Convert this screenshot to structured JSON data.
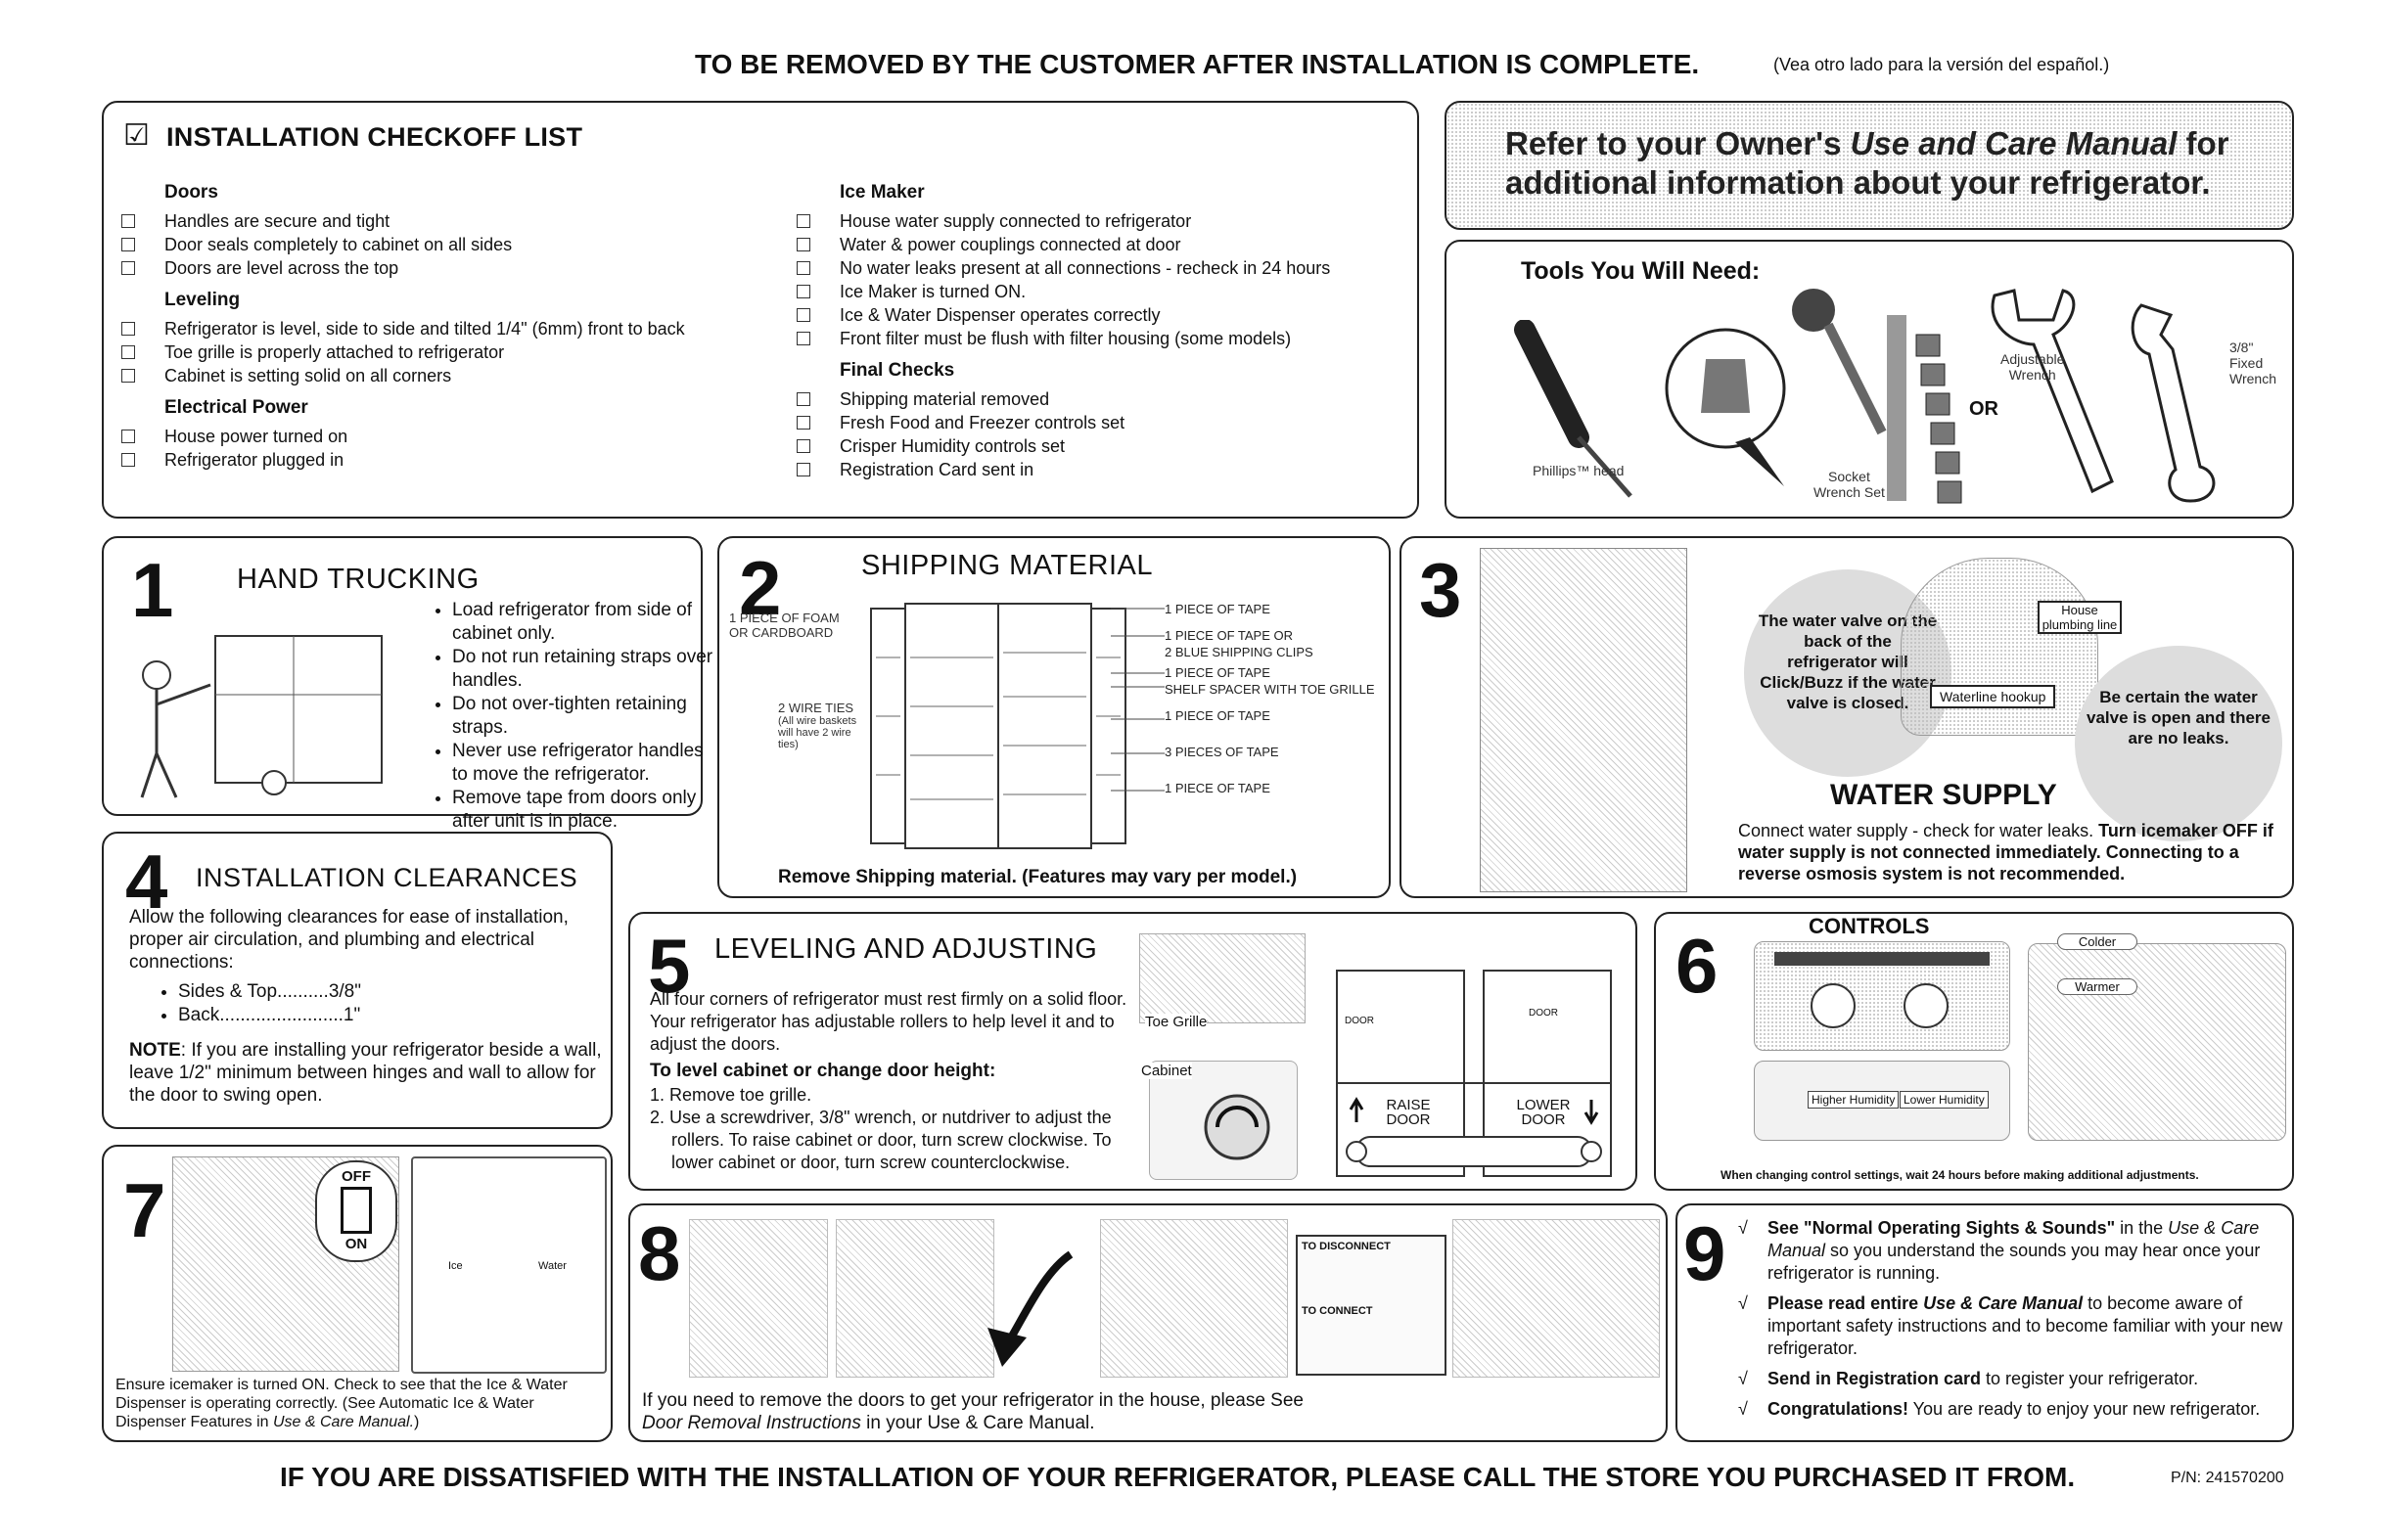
{
  "top_banner": "TO BE REMOVED BY THE CUSTOMER AFTER INSTALLATION IS COMPLETE.",
  "spanish_note": "(Vea otro lado para la versión del español.)",
  "checkoff": {
    "check_mark": "☑",
    "title": "INSTALLATION CHECKOFF LIST",
    "doors_h": "Doors",
    "doors": [
      "Handles are secure and tight",
      "Door seals completely to cabinet on all sides",
      "Doors are level across the top"
    ],
    "leveling_h": "Leveling",
    "leveling": [
      "Refrigerator is level, side to side and tilted 1/4\" (6mm) front to back",
      "Toe grille is properly attached to refrigerator",
      "Cabinet is setting solid on all corners"
    ],
    "electrical_h": "Electrical Power",
    "electrical": [
      "House power turned on",
      "Refrigerator plugged in"
    ],
    "ice_h": "Ice Maker",
    "ice": [
      "House water supply connected to refrigerator",
      "Water & power couplings connected at door",
      "No water leaks present at all connections - recheck in 24 hours",
      "Ice Maker is turned ON.",
      "Ice & Water Dispenser operates correctly",
      "Front filter must be flush with filter housing (some models)"
    ],
    "final_h": "Final Checks",
    "final": [
      "Shipping material removed",
      "Fresh Food and Freezer controls set",
      "Crisper Humidity controls set",
      "Registration Card sent in"
    ]
  },
  "refer": {
    "line1_a": "Refer to your Owner's ",
    "line1_b": "Use and Care Manual",
    "line1_c": " for",
    "line2": "additional information about your refrigerator."
  },
  "tools": {
    "title": "Tools You Will Need:",
    "phillips": "Phillips™ head",
    "socket": "Socket",
    "socket2": "Wrench Set",
    "or": "OR",
    "adjustable": "Adjustable",
    "adjustable2": "Wrench",
    "fixed1": "3/8\"",
    "fixed2": "Fixed",
    "fixed3": "Wrench"
  },
  "s1": {
    "num": "1",
    "title": "HAND TRUCKING",
    "bullets": [
      "Load refrigerator from side of cabinet only.",
      "Do not run retaining straps over handles.",
      "Do not over-tighten retaining straps.",
      "Never use refrigerator handles to move the refrigerator.",
      "Remove tape from doors only after unit is in place."
    ]
  },
  "s2": {
    "num": "2",
    "title": "SHIPPING MATERIAL",
    "foam1": "1 PIECE OF FOAM",
    "foam2": "OR CARDBOARD",
    "wire1": "2 WIRE TIES",
    "wire2": "(All wire baskets",
    "wire3": "will have 2 wire",
    "wire4": "ties)",
    "right_labels": [
      "1 PIECE OF TAPE",
      "1 PIECE OF TAPE OR",
      "2 BLUE SHIPPING CLIPS",
      "1 PIECE OF TAPE",
      "SHELF SPACER WITH TOE GRILLE",
      "1 PIECE OF TAPE",
      "3 PIECES OF TAPE",
      "1 PIECE OF TAPE"
    ],
    "caption": "Remove Shipping material. (Features may vary per model.)"
  },
  "s3": {
    "num": "3",
    "bubble1": "The water valve on the back of the refrigerator will Click/Buzz if the water valve is closed.",
    "house": "House plumbing line",
    "hookup": "Waterline hookup",
    "bubble2": "Be certain the water valve is open and there are no leaks.",
    "title": "WATER SUPPLY",
    "text_a": "Connect water supply - check for water leaks. ",
    "text_b": "Turn icemaker OFF if water supply is not connected immediately. Connecting to a reverse osmosis system is not recommended."
  },
  "s4": {
    "num": "4",
    "title": "INSTALLATION CLEARANCES",
    "intro": "Allow the following clearances for ease of installation, proper air circulation, and plumbing and electrical connections:",
    "items": [
      "Sides & Top..........3/8\"",
      "Back........................1\""
    ],
    "note_b": "NOTE",
    "note": ": If you are installing your refrigerator beside a wall, leave 1/2\" minimum between hinges and wall to allow for the door to swing open."
  },
  "s5": {
    "num": "5",
    "title": "LEVELING AND ADJUSTING",
    "intro": "All four corners of refrigerator must rest firmly on a solid floor. Your refrigerator has adjustable rollers to help level it and to adjust the doors.",
    "sub": "To level cabinet or change door height:",
    "steps": [
      "1. Remove toe grille.",
      "2. Use a screwdriver, 3/8\" wrench, or nutdriver to adjust the rollers. To raise cabinet or door, turn screw clockwise. To lower cabinet or door, turn screw counterclockwise."
    ],
    "toe": "Toe Grille",
    "cabinet": "Cabinet",
    "raise": "RAISE DOOR",
    "lower": "LOWER DOOR",
    "door": "DOOR"
  },
  "s6": {
    "num": "6",
    "title": "CONTROLS",
    "caption": "When changing control settings, wait 24 hours before making additional adjustments.",
    "higher": "Higher Humidity",
    "lower": "Lower Humidity",
    "colder": "Colder",
    "warmer": "Warmer"
  },
  "s7": {
    "num": "7",
    "off": "OFF",
    "on": "ON",
    "ice": "Ice",
    "water": "Water",
    "text_a": "Ensure icemaker is turned ON. Check to see that the Ice & Water Dispenser is operating correctly. (See Automatic Ice & Water Dispenser Features in ",
    "text_b": "Use & Care Manual.",
    ")": ")"
  },
  "s8": {
    "num": "8",
    "text_a": "If you need to remove the doors to get your refrigerator in the house, please See ",
    "text_b": "Door Removal Instructions",
    "text_c": " in your Use & Care Manual.",
    "disconnect": "TO DISCONNECT",
    "connect": "TO CONNECT"
  },
  "s9": {
    "num": "9",
    "items": [
      {
        "b": "See \"Normal Operating Sights & Sounds\"",
        "t": " in the ",
        "i": "Use & Care Manual",
        "t2": " so you understand the sounds you may hear once your refrigerator is running."
      },
      {
        "b": "Please read entire ",
        "bi": "Use & Care Manual",
        "t": " to become aware of important safety instructions and to become familiar with your new refrigerator."
      },
      {
        "b": "Send in Registration card",
        "t": " to register your refrigerator."
      },
      {
        "b": "Congratulations!",
        "t": " You are ready to enjoy your new refrigerator."
      }
    ]
  },
  "bottom_banner": "IF YOU ARE DISSATISFIED WITH THE INSTALLATION OF YOUR REFRIGERATOR, PLEASE CALL THE STORE YOU PURCHASED IT FROM.",
  "part_number": "P/N: 241570200"
}
